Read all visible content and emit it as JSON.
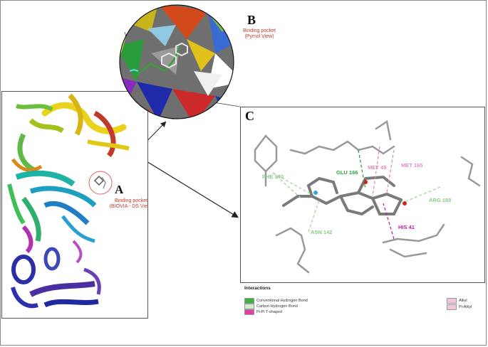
{
  "panels": {
    "a": {
      "letter": "A",
      "caption_line1": "Binding pocket",
      "caption_line2": "(BIOVIA - DS View)"
    },
    "b": {
      "letter": "B",
      "caption_line1": "Binding pocket",
      "caption_line2": "(Pymol View)"
    },
    "c": {
      "letter": "C"
    }
  },
  "interactions": {
    "phe140": "PHE 140",
    "glu166": "GLU 166",
    "met49": "MET 49",
    "met165": "MET 165",
    "arg188": "ARG 188",
    "asn142": "ASN 142",
    "his41": "HIS 41"
  },
  "legend": {
    "title": "Interactions",
    "items": [
      {
        "label": "Conventional Hydrogen Bond",
        "color": "#3cb043"
      },
      {
        "label": "Carbon Hydrogen Bond",
        "color": "#d4edcf"
      },
      {
        "label": "Pi-Pi T-shaped",
        "color": "#e040a0"
      },
      {
        "label": "Alkyl",
        "color": "#f2c6dc"
      },
      {
        "label": "Pi-Alkyl",
        "color": "#f2c6dc"
      }
    ]
  },
  "colors": {
    "caption_red": "#c0392b",
    "hbond_green": "#2ea043",
    "carbon_hbond": "#9ed99a",
    "pi_pi": "#c020a0",
    "alkyl_pink": "#e08ac0"
  }
}
